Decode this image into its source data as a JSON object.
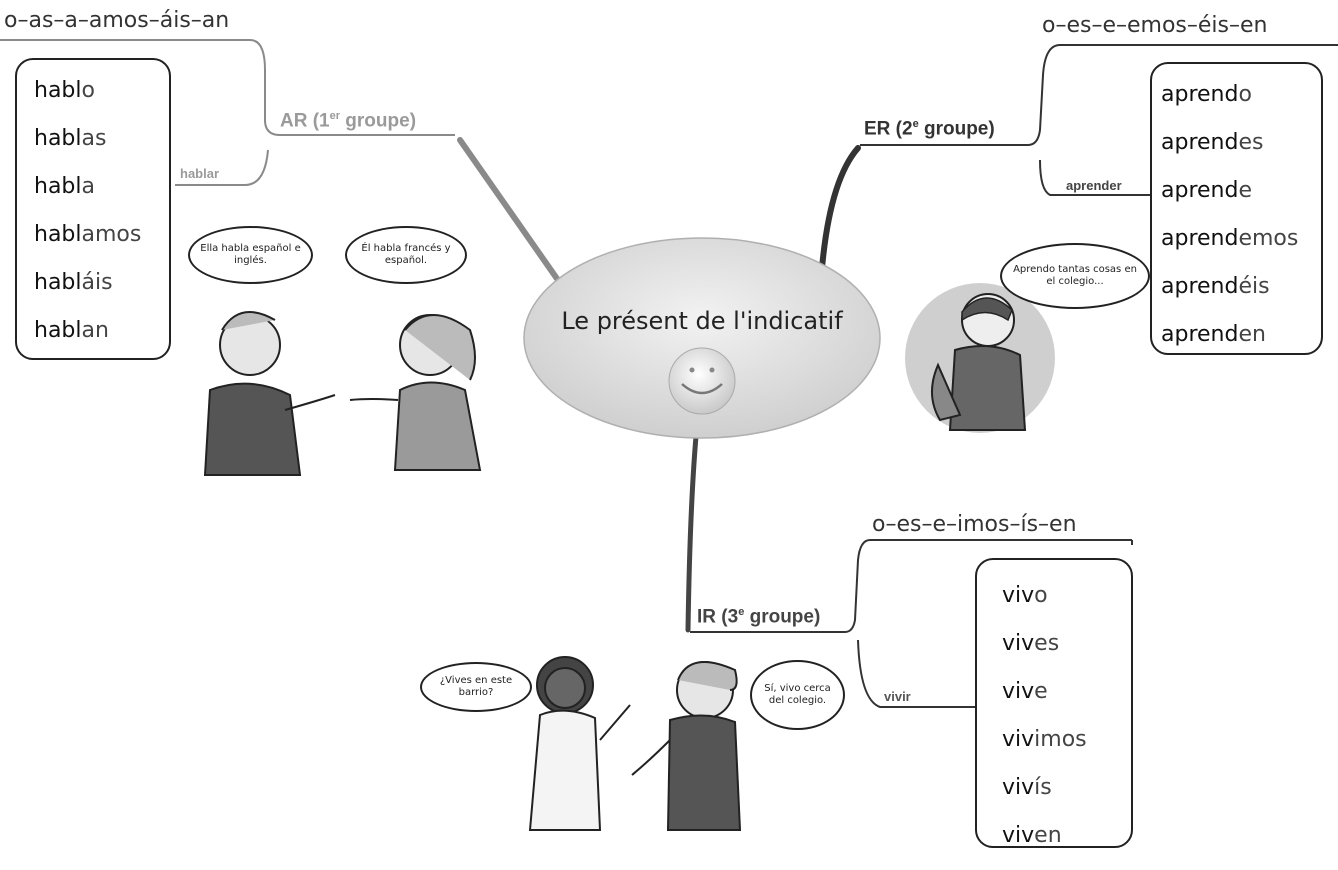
{
  "center": {
    "title": "Le présent de l'indicatif",
    "smiley_icon": "smiley-face-icon"
  },
  "ar": {
    "endings": "o–as–a–amos–áis–an",
    "branch_main": "AR (1",
    "branch_sup": "er",
    "branch_tail": " groupe)",
    "verb": "hablar",
    "forms": [
      {
        "stem": "habl",
        "end": "o"
      },
      {
        "stem": "habl",
        "end": "as"
      },
      {
        "stem": "habl",
        "end": "a"
      },
      {
        "stem": "habl",
        "end": "amos"
      },
      {
        "stem": "habl",
        "end": "áis"
      },
      {
        "stem": "habl",
        "end": "an"
      }
    ],
    "bubble_left": "Ella habla español e inglés.",
    "bubble_right": "Él habla francés y español."
  },
  "er": {
    "endings": "o–es–e–emos–éis–en",
    "branch_main": "ER (2",
    "branch_sup": "e",
    "branch_tail": " groupe)",
    "verb": "aprender",
    "forms": [
      {
        "stem": "aprend",
        "end": "o"
      },
      {
        "stem": "aprend",
        "end": "es"
      },
      {
        "stem": "aprend",
        "end": "e"
      },
      {
        "stem": "aprend",
        "end": "emos"
      },
      {
        "stem": "aprend",
        "end": "éis"
      },
      {
        "stem": "aprend",
        "end": "en"
      }
    ],
    "bubble": "Aprendo tantas cosas en el colegio..."
  },
  "ir": {
    "endings": "o–es–e–imos–ís–en",
    "branch_main": "IR (3",
    "branch_sup": "e",
    "branch_tail": " groupe)",
    "verb": "vivir",
    "forms": [
      {
        "stem": "viv",
        "end": "o"
      },
      {
        "stem": "viv",
        "end": "es"
      },
      {
        "stem": "viv",
        "end": "e"
      },
      {
        "stem": "viv",
        "end": "imos"
      },
      {
        "stem": "viv",
        "end": "ís"
      },
      {
        "stem": "viv",
        "end": "en"
      }
    ],
    "bubble_left": "¿Vives en este barrio?",
    "bubble_right": "Sí, vivo cerca del colegio."
  },
  "colors": {
    "ar_branch": "#9a9a9a",
    "er_branch": "#333333",
    "ir_branch": "#444444",
    "center_fill": "#dcdcdc"
  }
}
